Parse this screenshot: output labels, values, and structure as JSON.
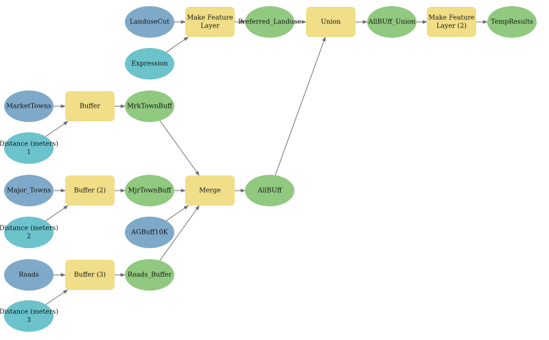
{
  "colors": {
    "input_data": "#7fa9c9",
    "input_value": "#6cc3cc",
    "tool": "#f0de88",
    "output": "#90c97f",
    "edge": "#6f6f6f"
  },
  "nodes": {
    "landusecut": {
      "label": [
        "LanduseCut"
      ],
      "kind": "input_data"
    },
    "expression": {
      "label": [
        "Expression"
      ],
      "kind": "input_value"
    },
    "make_feature_layer": {
      "label": [
        "Make Feature",
        "Layer"
      ],
      "kind": "tool"
    },
    "preferred_landuse": {
      "label": [
        "Preferred_Landuse"
      ],
      "kind": "output"
    },
    "union": {
      "label": [
        "Union"
      ],
      "kind": "tool"
    },
    "allbuff_union": {
      "label": [
        "AllBUff_Union"
      ],
      "kind": "output"
    },
    "make_feature_layer_2": {
      "label": [
        "Make Feature",
        "Layer (2)"
      ],
      "kind": "tool"
    },
    "tempresults": {
      "label": [
        "TempResults"
      ],
      "kind": "output"
    },
    "markettowns": {
      "label": [
        "MarketTowns"
      ],
      "kind": "input_data"
    },
    "buffer": {
      "label": [
        "Buffer"
      ],
      "kind": "tool"
    },
    "mrktownbuff": {
      "label": [
        "MrkTownBuff"
      ],
      "kind": "output"
    },
    "distance_1": {
      "label": [
        "Distance (meters)",
        "1"
      ],
      "kind": "input_value"
    },
    "major_towns": {
      "label": [
        "Major_Towns"
      ],
      "kind": "input_data"
    },
    "buffer_2": {
      "label": [
        "Buffer (2)"
      ],
      "kind": "tool"
    },
    "mjrtownbuff": {
      "label": [
        "MjrTownBuff"
      ],
      "kind": "output"
    },
    "merge": {
      "label": [
        "Merge"
      ],
      "kind": "tool"
    },
    "allbuff": {
      "label": [
        "AllBUff"
      ],
      "kind": "output"
    },
    "distance_2": {
      "label": [
        "Distance (meters)",
        "2"
      ],
      "kind": "input_value"
    },
    "agbuff10k": {
      "label": [
        "AGBuff10K"
      ],
      "kind": "input_data"
    },
    "roads": {
      "label": [
        "Roads"
      ],
      "kind": "input_data"
    },
    "buffer_3": {
      "label": [
        "Buffer (3)"
      ],
      "kind": "tool"
    },
    "roads_buffer": {
      "label": [
        "Roads_Buffer"
      ],
      "kind": "output"
    },
    "distance_3": {
      "label": [
        "Distance (meters)",
        "3"
      ],
      "kind": "input_value"
    }
  },
  "edges": [
    [
      "landusecut",
      "make_feature_layer"
    ],
    [
      "expression",
      "make_feature_layer"
    ],
    [
      "make_feature_layer",
      "preferred_landuse"
    ],
    [
      "preferred_landuse",
      "union"
    ],
    [
      "union",
      "allbuff_union"
    ],
    [
      "allbuff_union",
      "make_feature_layer_2"
    ],
    [
      "make_feature_layer_2",
      "tempresults"
    ],
    [
      "markettowns",
      "buffer"
    ],
    [
      "distance_1",
      "buffer"
    ],
    [
      "buffer",
      "mrktownbuff"
    ],
    [
      "mrktownbuff",
      "merge"
    ],
    [
      "major_towns",
      "buffer_2"
    ],
    [
      "distance_2",
      "buffer_2"
    ],
    [
      "buffer_2",
      "mjrtownbuff"
    ],
    [
      "mjrtownbuff",
      "merge"
    ],
    [
      "agbuff10k",
      "merge"
    ],
    [
      "roads",
      "buffer_3"
    ],
    [
      "distance_3",
      "buffer_3"
    ],
    [
      "buffer_3",
      "roads_buffer"
    ],
    [
      "roads_buffer",
      "merge"
    ],
    [
      "merge",
      "allbuff"
    ],
    [
      "allbuff",
      "union"
    ]
  ]
}
